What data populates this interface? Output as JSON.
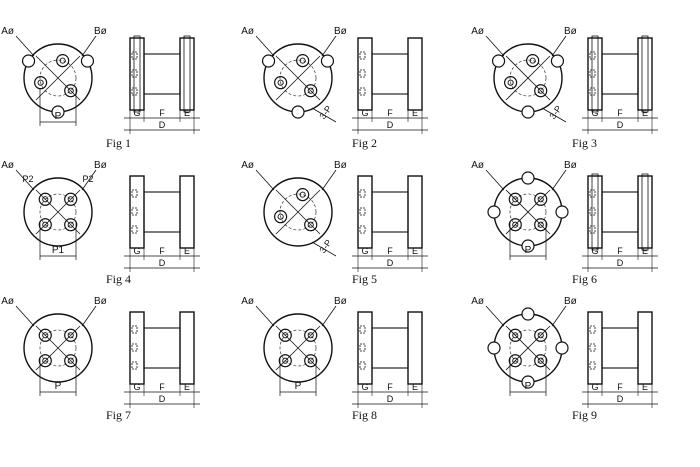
{
  "colors": {
    "ink": "#111111",
    "paper": "#ffffff"
  },
  "figures": [
    {
      "caption": "Fig 1",
      "front": {
        "variant": "notched3",
        "labels": [
          "Aø",
          "Bø"
        ],
        "dim": "P"
      },
      "side": {
        "variant": "flanged",
        "labels": [
          "G",
          "F",
          "E",
          "D"
        ]
      }
    },
    {
      "caption": "Fig 2",
      "front": {
        "variant": "notched3",
        "labels": [
          "Aø",
          "Bø"
        ],
        "dim": "3-P"
      },
      "side": {
        "variant": "plain",
        "labels": [
          "G",
          "F",
          "E",
          "D"
        ]
      }
    },
    {
      "caption": "Fig 3",
      "front": {
        "variant": "notched3",
        "labels": [
          "Aø",
          "Bø"
        ],
        "dim": "3-P"
      },
      "side": {
        "variant": "flanged",
        "labels": [
          "G",
          "F",
          "E",
          "D"
        ]
      }
    },
    {
      "caption": "Fig 4",
      "front": {
        "variant": "round4",
        "labels": [
          "Aø",
          "Bø"
        ],
        "dim": "P1",
        "extra": [
          "P2",
          "P2"
        ]
      },
      "side": {
        "variant": "plain",
        "labels": [
          "G",
          "F",
          "E",
          "D"
        ]
      }
    },
    {
      "caption": "Fig 5",
      "front": {
        "variant": "round3",
        "labels": [
          "Aø",
          "Bø"
        ],
        "dim": "3-P"
      },
      "side": {
        "variant": "plain",
        "labels": [
          "G",
          "F",
          "E",
          "D"
        ]
      }
    },
    {
      "caption": "Fig 6",
      "front": {
        "variant": "notched4",
        "labels": [
          "Aø",
          "Bø"
        ],
        "dim": "P"
      },
      "side": {
        "variant": "flanged",
        "labels": [
          "G",
          "F",
          "E",
          "D"
        ]
      }
    },
    {
      "caption": "Fig 7",
      "front": {
        "variant": "round4",
        "labels": [
          "Aø",
          "Bø"
        ],
        "dim": "P"
      },
      "side": {
        "variant": "plain",
        "labels": [
          "G",
          "F",
          "E",
          "D"
        ]
      }
    },
    {
      "caption": "Fig 8",
      "front": {
        "variant": "round4",
        "labels": [
          "Aø",
          "Bø"
        ],
        "dim": "P"
      },
      "side": {
        "variant": "plain",
        "labels": [
          "G",
          "F",
          "E",
          "D"
        ]
      }
    },
    {
      "caption": "Fig 9",
      "front": {
        "variant": "notched4",
        "labels": [
          "Aø",
          "Bø"
        ],
        "dim": "P"
      },
      "side": {
        "variant": "plain",
        "labels": [
          "G",
          "F",
          "E",
          "D"
        ]
      }
    }
  ]
}
